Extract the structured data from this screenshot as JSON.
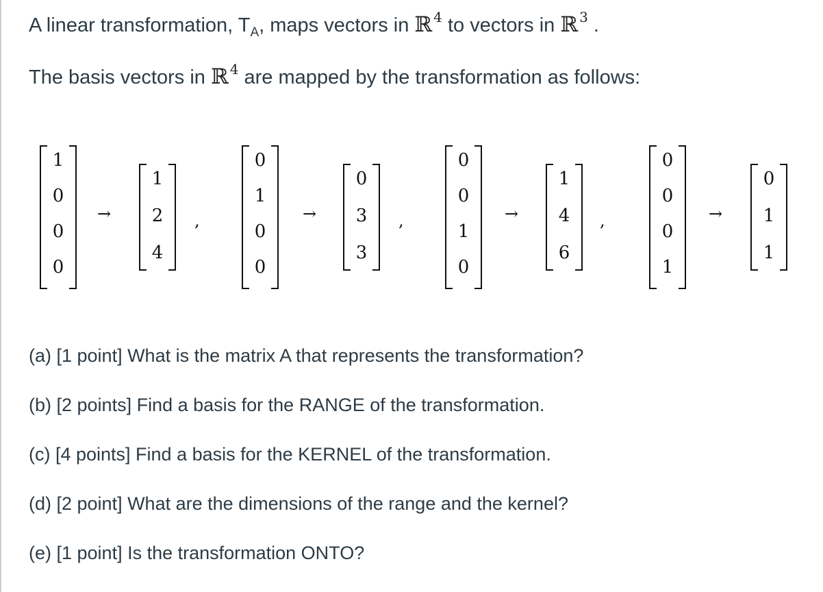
{
  "intro": {
    "part1": "A linear transformation, T",
    "subscript": "A",
    "part2": ", maps vectors in ",
    "set_symbol": "ℝ",
    "domain_exp": "4",
    "part3": " to vectors in ",
    "codomain_exp": "3",
    "part4": " ."
  },
  "basis_line": {
    "part1": "The basis vectors in ",
    "set_symbol": "ℝ",
    "exp": "4",
    "part2": " are mapped by the transformation as follows:"
  },
  "mappings": [
    {
      "input": [
        "1",
        "0",
        "0",
        "0"
      ],
      "output": [
        "1",
        "2",
        "4"
      ],
      "separator": ","
    },
    {
      "input": [
        "0",
        "1",
        "0",
        "0"
      ],
      "output": [
        "0",
        "3",
        "3"
      ],
      "separator": ","
    },
    {
      "input": [
        "0",
        "0",
        "1",
        "0"
      ],
      "output": [
        "1",
        "4",
        "6"
      ],
      "separator": ","
    },
    {
      "input": [
        "0",
        "0",
        "0",
        "1"
      ],
      "output": [
        "0",
        "1",
        "1"
      ],
      "separator": ""
    }
  ],
  "arrow_symbol": "→",
  "questions": [
    "(a) [1 point]  What is the matrix A that represents the transformation?",
    "(b) [2 points]  Find a basis for the RANGE of the transformation.",
    "(c) [4 points]  Find a basis for the KERNEL of the transformation.",
    "(d) [2 point]  What are the dimensions of the range and the kernel?",
    "(e) [1 point]  Is the transformation ONTO?"
  ]
}
